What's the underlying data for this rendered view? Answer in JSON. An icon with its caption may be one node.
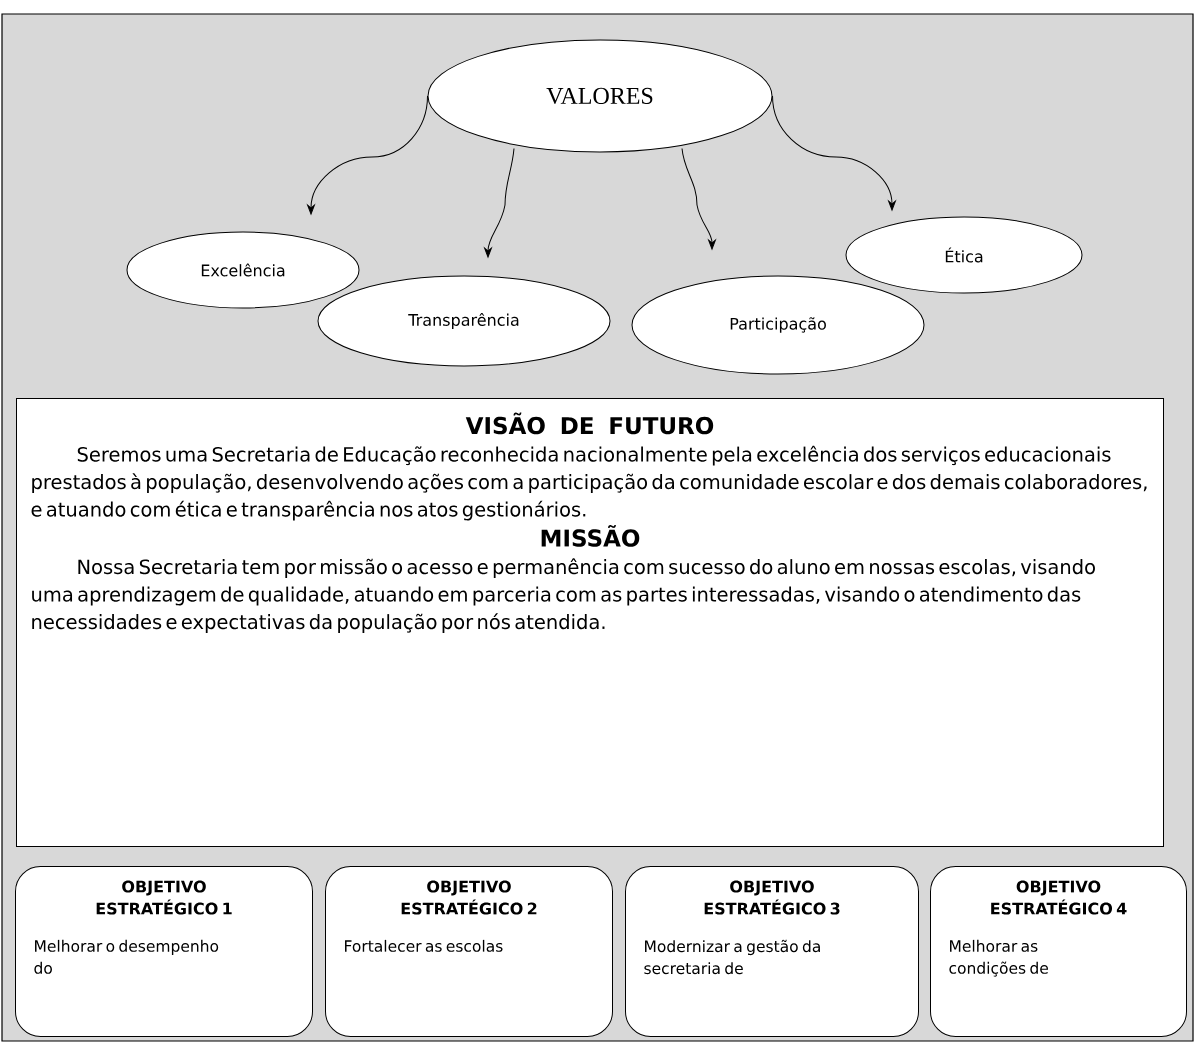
{
  "diagram": {
    "nodes": [
      {
        "text": [
          "VALORES"
        ]
      },
      {
        "text": [
          "Excelência"
        ]
      },
      {
        "text": [
          "Transparência"
        ]
      },
      {
        "text": [
          "Participação"
        ]
      },
      {
        "text": [
          "Ética"
        ]
      },
      {
        "text": [
          "VISÃO DE FUTURO",
          "Seremos uma Secretaria de Educação reconhecida nacionalmente pela excelência dos serviços educacionais prestados à população, desenvolvendo ações com a participação da comunidade escolar e dos demais colaboradores, e atuando com ética e transparência nos atos gestionários.",
          "MISSÃO",
          "Nossa Secretaria tem por missão o acesso e permanência com sucesso do aluno em nossas escolas, visando uma aprendizagem de qualidade, atuando em parceria com as partes interessadas, visando o atendimento das necessidades e expectativas da população por nós atendida."
        ]
      },
      {
        "text": [
          "OBJETIVO ESTRATÉGICO 1",
          "Melhorar o desempenho do"
        ]
      },
      {
        "text": [
          "OBJETIVO ESTRATÉGICO 2",
          "Fortalecer as escolas"
        ]
      },
      {
        "text": [
          "OBJETIVO ESTRATÉGICO 3",
          "Modernizar a gestão da secretaria de"
        ]
      },
      {
        "text": [
          "OBJETIVO ESTRATÉGICO 4",
          "Melhorar as condições de"
        ]
      }
    ],
    "edges": [
      {
        "from": 0,
        "to": 1,
        "arrow": "to"
      },
      {
        "from": 0,
        "to": 2,
        "arrow": "to"
      },
      {
        "from": 0,
        "to": 3,
        "arrow": "to"
      },
      {
        "from": 0,
        "to": 4,
        "arrow": "to"
      }
    ]
  }
}
